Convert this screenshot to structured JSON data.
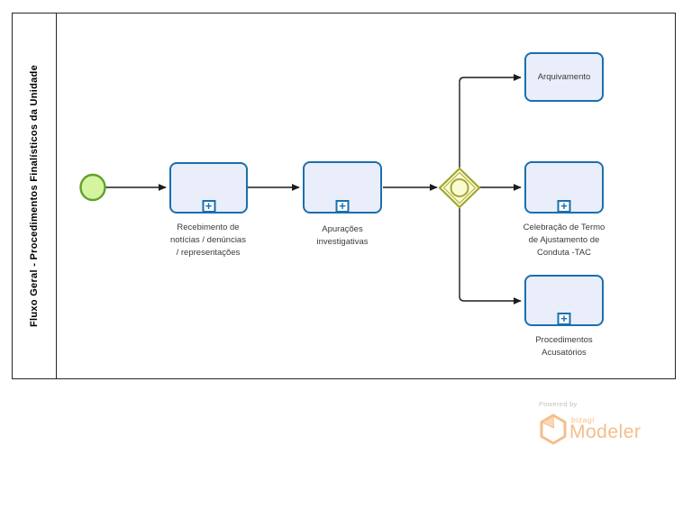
{
  "pool": {
    "title": "Fluxo Geral - Procedimentos Finalísticos da Unidade"
  },
  "tasks": [
    {
      "id": "recebimento",
      "label": "Recebimento de\nnotícias / denúncias\n/ representações",
      "subprocess": true
    },
    {
      "id": "apuracoes",
      "label": "Apurações\ninvestigativas",
      "subprocess": true
    },
    {
      "id": "arquivamento",
      "label": "Arquivamento",
      "subprocess": false
    },
    {
      "id": "tac",
      "label": "Celebração de Termo\nde Ajustamento de\nConduta -TAC",
      "subprocess": true
    },
    {
      "id": "acusatorios",
      "label": "Procedimentos\nAcusatórios",
      "subprocess": true
    }
  ],
  "diagram": {
    "type": "bpmn",
    "start_event": {
      "shape": "circle",
      "label": ""
    },
    "gateway": {
      "shape": "inclusive-gateway",
      "label": ""
    },
    "flows": [
      {
        "from": "start-event",
        "to": "recebimento"
      },
      {
        "from": "recebimento",
        "to": "apuracoes"
      },
      {
        "from": "apuracoes",
        "to": "inclusive-gateway"
      },
      {
        "from": "inclusive-gateway",
        "to": "arquivamento"
      },
      {
        "from": "inclusive-gateway",
        "to": "tac"
      },
      {
        "from": "inclusive-gateway",
        "to": "acusatorios"
      }
    ]
  },
  "icons": {
    "subprocess_plus": "+"
  },
  "logo": {
    "powered_by": "Powered by",
    "brand": "bizagi",
    "product": "Modeler"
  },
  "colors": {
    "task-border": "#1A6FAE",
    "task-fill": "#E9EEFA",
    "event-stroke": "#5EA226",
    "event-fill": "#D6F3A1",
    "gateway-stroke": "#A3A533",
    "gateway-fill": "#FBFBD2",
    "connector": "#1C1C1C",
    "label": "#3A3A3A",
    "pool-border": "#262626",
    "logo": "#F5BE8A",
    "logo-muted": "#C9BFB6"
  }
}
